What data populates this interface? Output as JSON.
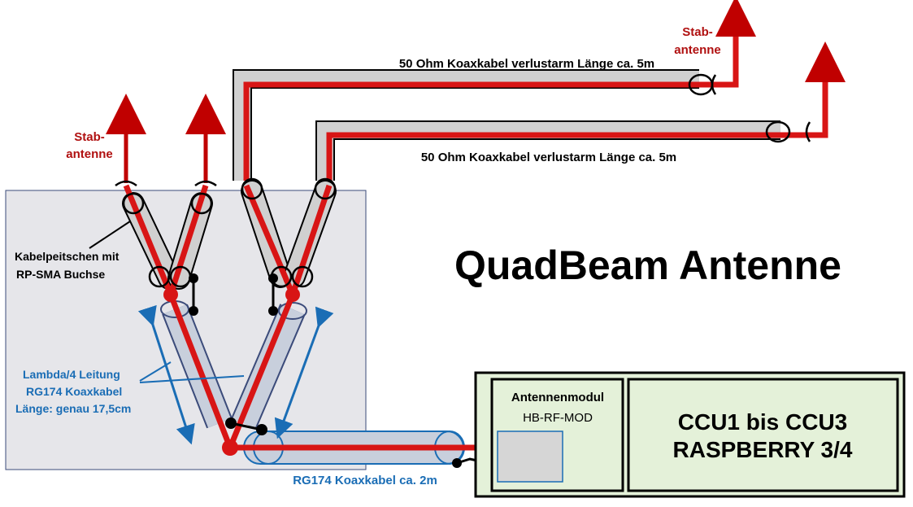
{
  "title": "QuadBeam Antenne",
  "labels": {
    "stab_left": [
      "Stab-",
      "antenne"
    ],
    "stab_right": [
      "Stab-",
      "antenne"
    ],
    "coax_top": "50 Ohm Koaxkabel verlustarm Länge ca. 5m",
    "coax_bottom": "50 Ohm Koaxkabel verlustarm Länge ca. 5m",
    "pigtail": [
      "Kabelpeitschen mit",
      "RP-SMA Buchse"
    ],
    "lambda": [
      "Lambda/4 Leitung",
      "RG174 Koaxkabel",
      "Länge: genau 17,5cm"
    ],
    "rg174_main": "RG174 Koaxkabel  ca. 2m",
    "module": [
      "Antennenmodul",
      "HB-RF-MOD"
    ],
    "ccu": [
      "CCU1 bis CCU3",
      "RASPBERRY 3/4"
    ]
  },
  "colors": {
    "red": "#d81515",
    "blue": "#1a6db5",
    "dark_red": "#b01010",
    "black": "#000000",
    "panel_gray": "#e6e6ea",
    "panel_border": "#3b4b7a",
    "green_fill": "#e4f1d9",
    "cable_gray": "#d0d0d0",
    "lambda_fill": "#c8cfdc"
  }
}
